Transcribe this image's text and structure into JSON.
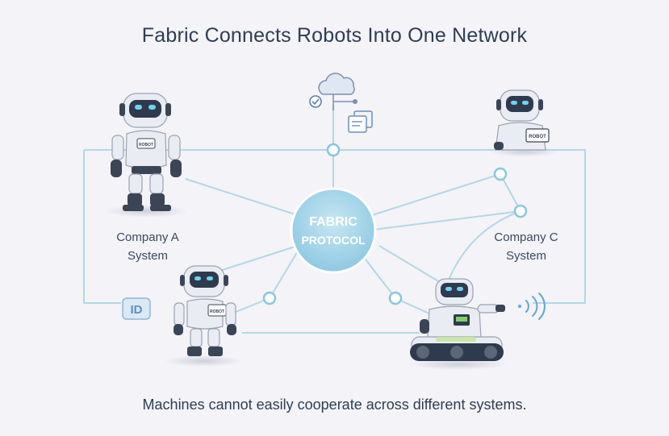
{
  "title": "Fabric Connects Robots Into One Network",
  "caption": "Machines cannot easily cooperate across different systems.",
  "hub": {
    "line1": "FABRIC",
    "line2": "PROTOCOL"
  },
  "systems": [
    {
      "line1": "Company A",
      "line2": "System"
    },
    {
      "line1": "Company C",
      "line2": "System"
    }
  ],
  "badges": {
    "id": "ID",
    "robot_tag": "ROBOT"
  },
  "colors": {
    "line": "#a9d3e1",
    "node_stroke": "#7cc3d8",
    "hub_fill": "#a9d6ea",
    "text": "#2d3e55",
    "robot_body": "#e6e9ef",
    "robot_dark": "#3a4556",
    "eye": "#6fd3f0"
  },
  "icons": [
    "cloud-sync-icon",
    "document-stack-icon",
    "wifi-signal-icon",
    "id-badge-icon"
  ]
}
